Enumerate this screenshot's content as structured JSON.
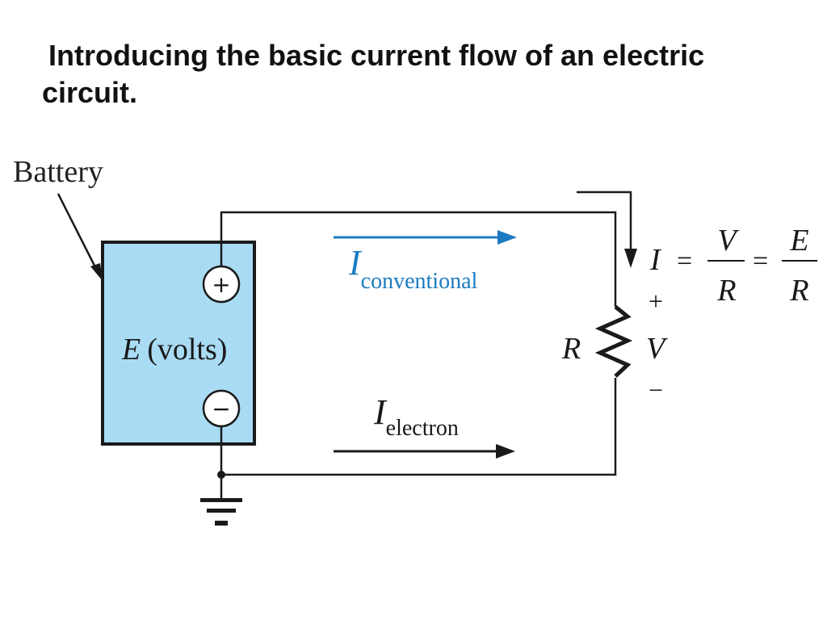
{
  "slide": {
    "title_line1": "Introducing the basic current flow of an electric",
    "title_line2": "circuit."
  },
  "diagram": {
    "battery_label": "Battery",
    "source_symbol": "E",
    "source_unit": "(volts)",
    "plus_sign": "+",
    "minus_sign": "−",
    "conventional_current": {
      "symbol": "I",
      "subscript": "conventional"
    },
    "electron_current": {
      "symbol": "I",
      "subscript": "electron"
    },
    "resistor_label": "R",
    "voltage_label": "V",
    "voltage_plus": "+",
    "voltage_minus": "−",
    "ohms_law": {
      "current": "I",
      "equals": "=",
      "v_num": "V",
      "r_den1": "R",
      "e_num": "E",
      "r_den2": "R"
    },
    "colors": {
      "battery_fill": "#a9dcf4",
      "conventional": "#1c7bc0",
      "wire": "#1a1a1a"
    }
  }
}
